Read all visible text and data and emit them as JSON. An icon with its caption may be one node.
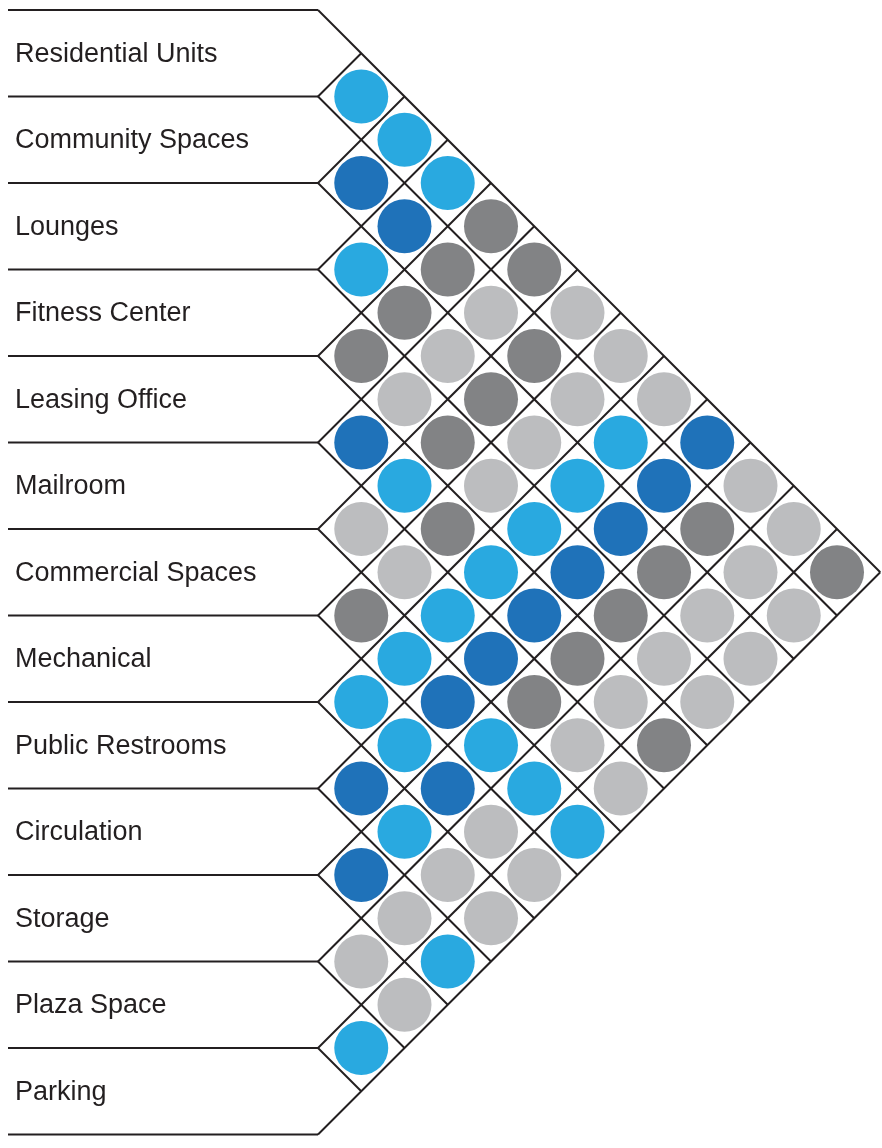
{
  "diagram": {
    "nodes": [
      {
        "text": [
          "Residential Units"
        ]
      },
      {
        "text": [
          "Community Spaces"
        ]
      },
      {
        "text": [
          "Lounges"
        ]
      },
      {
        "text": [
          "Fitness Center"
        ]
      },
      {
        "text": [
          "Leasing Office"
        ]
      },
      {
        "text": [
          "Mailroom"
        ]
      },
      {
        "text": [
          "Commercial Spaces"
        ]
      },
      {
        "text": [
          "Mechanical"
        ]
      },
      {
        "text": [
          "Public Restrooms"
        ]
      },
      {
        "text": [
          "Circulation"
        ]
      },
      {
        "text": [
          "Storage"
        ]
      },
      {
        "text": [
          "Plaza Space"
        ]
      },
      {
        "text": [
          "Parking"
        ]
      },
      {
        "text": [],
        "shape": "circle"
      },
      {
        "text": [],
        "shape": "circle"
      },
      {
        "text": [],
        "shape": "circle"
      },
      {
        "text": [],
        "shape": "circle"
      },
      {
        "text": [],
        "shape": "circle"
      },
      {
        "text": [],
        "shape": "circle"
      },
      {
        "text": [],
        "shape": "circle"
      },
      {
        "text": [],
        "shape": "circle"
      },
      {
        "text": [],
        "shape": "circle"
      },
      {
        "text": [],
        "shape": "circle"
      },
      {
        "text": [],
        "shape": "circle"
      },
      {
        "text": [],
        "shape": "circle"
      },
      {
        "text": [],
        "shape": "circle"
      },
      {
        "text": [],
        "shape": "circle"
      },
      {
        "text": [],
        "shape": "circle"
      },
      {
        "text": [],
        "shape": "circle"
      },
      {
        "text": [],
        "shape": "circle"
      },
      {
        "text": [],
        "shape": "circle"
      },
      {
        "text": [],
        "shape": "circle"
      },
      {
        "text": [],
        "shape": "circle"
      },
      {
        "text": [],
        "shape": "circle"
      },
      {
        "text": [],
        "shape": "circle"
      },
      {
        "text": [],
        "shape": "circle"
      },
      {
        "text": [],
        "shape": "circle"
      },
      {
        "text": [],
        "shape": "circle"
      },
      {
        "text": [],
        "shape": "circle"
      },
      {
        "text": [],
        "shape": "circle"
      },
      {
        "text": [],
        "shape": "circle"
      },
      {
        "text": [],
        "shape": "circle"
      },
      {
        "text": [],
        "shape": "circle"
      },
      {
        "text": [],
        "shape": "circle"
      },
      {
        "text": [],
        "shape": "circle"
      },
      {
        "text": [],
        "shape": "circle"
      },
      {
        "text": [],
        "shape": "circle"
      },
      {
        "text": [],
        "shape": "circle"
      },
      {
        "text": [],
        "shape": "circle"
      },
      {
        "text": [],
        "shape": "circle"
      },
      {
        "text": [],
        "shape": "circle"
      },
      {
        "text": [],
        "shape": "circle"
      },
      {
        "text": [],
        "shape": "circle"
      },
      {
        "text": [],
        "shape": "circle"
      },
      {
        "text": [],
        "shape": "circle"
      },
      {
        "text": [],
        "shape": "circle"
      },
      {
        "text": [],
        "shape": "circle"
      },
      {
        "text": [],
        "shape": "circle"
      },
      {
        "text": [],
        "shape": "circle"
      },
      {
        "text": [],
        "shape": "circle"
      },
      {
        "text": [],
        "shape": "circle"
      },
      {
        "text": [],
        "shape": "circle"
      },
      {
        "text": [],
        "shape": "circle"
      },
      {
        "text": [],
        "shape": "circle"
      },
      {
        "text": [],
        "shape": "circle"
      },
      {
        "text": [],
        "shape": "circle"
      },
      {
        "text": [],
        "shape": "circle"
      },
      {
        "text": [],
        "shape": "circle"
      },
      {
        "text": [],
        "shape": "circle"
      },
      {
        "text": [],
        "shape": "circle"
      },
      {
        "text": [],
        "shape": "circle"
      },
      {
        "text": [],
        "shape": "circle"
      },
      {
        "text": [],
        "shape": "circle"
      },
      {
        "text": [],
        "shape": "circle"
      },
      {
        "text": [],
        "shape": "circle"
      },
      {
        "text": [],
        "shape": "circle"
      },
      {
        "text": [],
        "shape": "circle"
      },
      {
        "text": [],
        "shape": "circle"
      },
      {
        "text": [],
        "shape": "circle"
      },
      {
        "text": [],
        "shape": "circle"
      },
      {
        "text": [],
        "shape": "circle"
      },
      {
        "text": [],
        "shape": "circle"
      },
      {
        "text": [],
        "shape": "circle"
      },
      {
        "text": [],
        "shape": "circle"
      },
      {
        "text": [],
        "shape": "circle"
      },
      {
        "text": [],
        "shape": "circle"
      },
      {
        "text": [],
        "shape": "circle"
      },
      {
        "text": [],
        "shape": "circle"
      },
      {
        "text": [],
        "shape": "circle"
      },
      {
        "text": [],
        "shape": "circle"
      },
      {
        "text": [],
        "shape": "circle"
      }
    ]
  }
}
